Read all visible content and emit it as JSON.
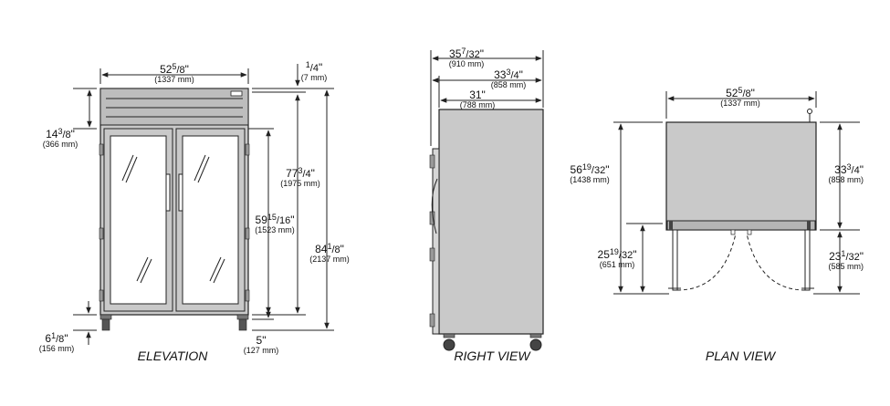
{
  "views": {
    "elevation": "ELEVATION",
    "right": "RIGHT VIEW",
    "plan": "PLAN VIEW"
  },
  "elevation": {
    "width": {
      "inch": "52",
      "sup": "5",
      "sub": "/8",
      "suffix": "\"",
      "mm": "(1337 mm)"
    },
    "top_gap": {
      "inch": "",
      "sup": "1",
      "sub": "/4",
      "suffix": "\"",
      "mm": "(7 mm)"
    },
    "grille_h": {
      "inch": "14",
      "sup": "3",
      "sub": "/8",
      "suffix": "\"",
      "mm": "(366 mm)"
    },
    "body_h": {
      "inch": "77",
      "sup": "3",
      "sub": "/4",
      "suffix": "\"",
      "mm": "(1975 mm)"
    },
    "door_h": {
      "inch": "59",
      "sup": "15",
      "sub": "/16",
      "suffix": "\"",
      "mm": "(1523 mm)"
    },
    "total_h": {
      "inch": "84",
      "sup": "1",
      "sub": "/8",
      "suffix": "\"",
      "mm": "(2137 mm)"
    },
    "leg_h": {
      "inch": "6",
      "sup": "1",
      "sub": "/8",
      "suffix": "\"",
      "mm": "(156 mm)"
    },
    "caster": {
      "inch": "5",
      "sup": "",
      "sub": "",
      "suffix": "\"",
      "mm": "(127 mm)"
    }
  },
  "right": {
    "depth_total": {
      "inch": "35",
      "sup": "7",
      "sub": "/32",
      "suffix": "\"",
      "mm": "(910 mm)"
    },
    "depth_body": {
      "inch": "33",
      "sup": "3",
      "sub": "/4",
      "suffix": "\"",
      "mm": "(858 mm)"
    },
    "depth_cab": {
      "inch": "31",
      "sup": "",
      "sub": "",
      "suffix": "\"",
      "mm": "(788 mm)"
    }
  },
  "plan": {
    "width": {
      "inch": "52",
      "sup": "5",
      "sub": "/8",
      "suffix": "\"",
      "mm": "(1337 mm)"
    },
    "open_depth": {
      "inch": "56",
      "sup": "19",
      "sub": "/32",
      "suffix": "\"",
      "mm": "(1438 mm)"
    },
    "swing": {
      "inch": "25",
      "sup": "19",
      "sub": "/32",
      "suffix": "\"",
      "mm": "(651 mm)"
    },
    "depth": {
      "inch": "33",
      "sup": "3",
      "sub": "/4",
      "suffix": "\"",
      "mm": "(858 mm)"
    },
    "door_open": {
      "inch": "23",
      "sup": "1",
      "sub": "/32",
      "suffix": "\"",
      "mm": "(585 mm)"
    }
  }
}
